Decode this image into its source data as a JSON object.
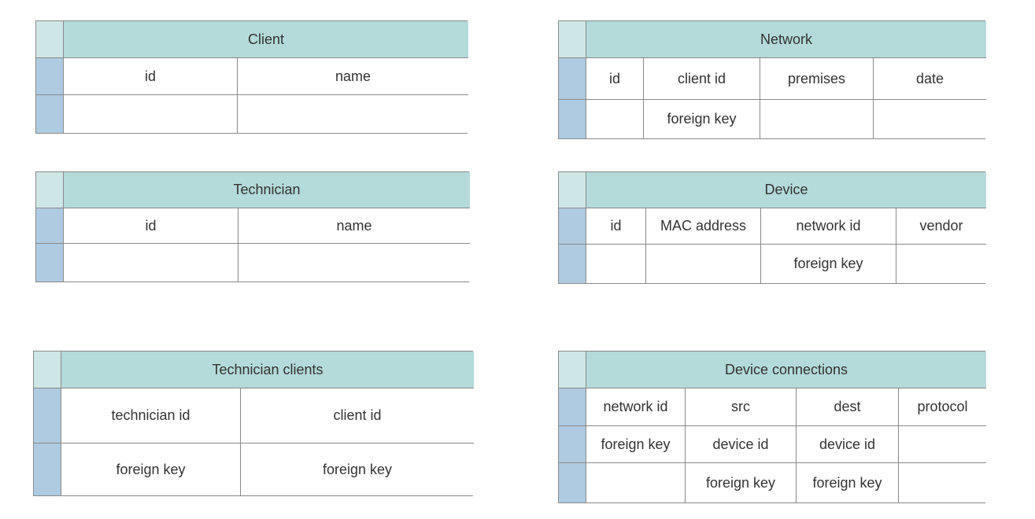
{
  "tables": [
    {
      "id": "client",
      "title": "Client",
      "rows": [
        [
          "id",
          "name"
        ],
        [
          "",
          ""
        ]
      ]
    },
    {
      "id": "network",
      "title": "Network",
      "rows": [
        [
          "id",
          "client id",
          "premises",
          "date"
        ],
        [
          "",
          "foreign key",
          "",
          ""
        ]
      ]
    },
    {
      "id": "technician",
      "title": "Technician",
      "rows": [
        [
          "id",
          "name"
        ],
        [
          "",
          ""
        ]
      ]
    },
    {
      "id": "device",
      "title": "Device",
      "rows": [
        [
          "id",
          "MAC address",
          "network id",
          "vendor"
        ],
        [
          "",
          "",
          "foreign key",
          ""
        ]
      ]
    },
    {
      "id": "technician-clients",
      "title": "Technician clients",
      "rows": [
        [
          "technician id",
          "client id"
        ],
        [
          "foreign key",
          "foreign key"
        ]
      ]
    },
    {
      "id": "device-connections",
      "title": "Device connections",
      "rows": [
        [
          "network id",
          "src",
          "dest",
          "protocol"
        ],
        [
          "foreign key",
          "device id",
          "device id",
          ""
        ],
        [
          "",
          "foreign key",
          "foreign key",
          ""
        ]
      ]
    }
  ],
  "colors": {
    "title_fill": "#b4dada",
    "corner_fill": "#cfe6e6",
    "row_header_fill": "#aecbe2",
    "border": "#8a8a8a"
  }
}
